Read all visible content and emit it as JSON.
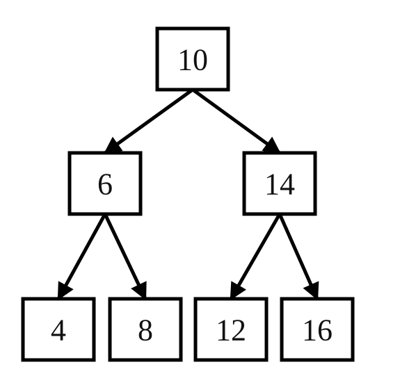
{
  "diagram": {
    "type": "binary-tree",
    "line_color": "#000000",
    "node_fill": "#ffffff",
    "nodes": [
      {
        "id": "n10",
        "label": "10"
      },
      {
        "id": "n6",
        "label": "6"
      },
      {
        "id": "n14",
        "label": "14"
      },
      {
        "id": "n4",
        "label": "4"
      },
      {
        "id": "n8",
        "label": "8"
      },
      {
        "id": "n12",
        "label": "12"
      },
      {
        "id": "n16",
        "label": "16"
      }
    ],
    "edges": [
      {
        "from": "n10",
        "to": "n6"
      },
      {
        "from": "n10",
        "to": "n14"
      },
      {
        "from": "n6",
        "to": "n4"
      },
      {
        "from": "n6",
        "to": "n8"
      },
      {
        "from": "n14",
        "to": "n12"
      },
      {
        "from": "n14",
        "to": "n16"
      }
    ]
  }
}
